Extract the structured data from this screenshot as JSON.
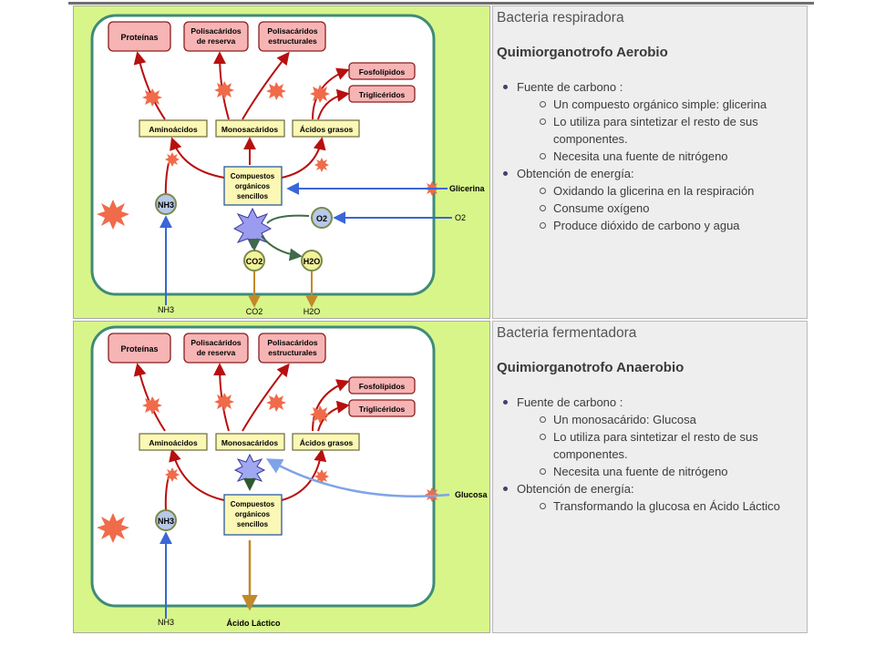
{
  "panels": [
    {
      "heading": "Bacteria respiradora",
      "subheading": "Quimiorganotrofo Aerobio",
      "sections": [
        {
          "label": "Fuente de carbono :",
          "items": [
            "Un compuesto orgánico simple: glicerina",
            "Lo utiliza para sintetizar el resto de sus componentes.",
            "Necesita una fuente de nitrógeno"
          ]
        },
        {
          "label": "Obtención de energía:",
          "items": [
            "Oxidando la glicerina en la respiración",
            "Consume oxígeno",
            "Produce dióxido de carbono y agua"
          ]
        }
      ],
      "diagram": {
        "products": {
          "proteinas": "Proteínas",
          "poli_reserva": [
            "Polisacáridos",
            "de reserva"
          ],
          "poli_estructurales": [
            "Polisacáridos",
            "estructurales"
          ],
          "fosfolipidos": "Fosfolípidos",
          "trigliceridos": "Triglicéridos"
        },
        "monomers": {
          "aminoacidos": "Aminoácidos",
          "monosacaridos": "Monosacáridos",
          "acidos_grasos": "Ácidos grasos"
        },
        "compuestos": [
          "Compuestos",
          "orgánicos",
          "sencillos"
        ],
        "nh3": "NH3",
        "o2": "O2",
        "co2": "CO2",
        "h2o": "H2O",
        "inputs": {
          "glicerina": "Glicerina",
          "o2": "O2",
          "nh3": "NH3"
        },
        "outputs": {
          "co2": "CO2",
          "h2o": "H2O"
        }
      }
    },
    {
      "heading": "Bacteria fermentadora",
      "subheading": "Quimiorganotrofo Anaerobio",
      "sections": [
        {
          "label": "Fuente de carbono :",
          "items": [
            "Un monosacárido: Glucosa",
            "Lo utiliza para sintetizar el resto de sus componentes.",
            "Necesita una fuente de nitrógeno"
          ]
        },
        {
          "label": "Obtención de energía:",
          "items": [
            "Transformando la glucosa en Ácido Láctico"
          ]
        }
      ],
      "diagram": {
        "products": {
          "proteinas": "Proteínas",
          "poli_reserva": [
            "Polisacáridos",
            "de reserva"
          ],
          "poli_estructurales": [
            "Polisacáridos",
            "estructurales"
          ],
          "fosfolipidos": "Fosfolípidos",
          "trigliceridos": "Triglicéridos"
        },
        "monomers": {
          "aminoacidos": "Aminoácidos",
          "monosacaridos": "Monosacáridos",
          "acidos_grasos": "Ácidos grasos"
        },
        "compuestos": [
          "Compuestos",
          "orgánicos",
          "sencillos"
        ],
        "nh3": "NH3",
        "inputs": {
          "glucosa": "Glucosa",
          "nh3": "NH3"
        },
        "outputs": {
          "acido_lactico": "Ácido Láctico"
        }
      }
    }
  ],
  "colors": {
    "cell_fill": "#d8f58a",
    "cell_inner": "#ffffff",
    "membrane": "#3f8b78",
    "product_box": "#f7b4b4",
    "monomer_box": "#fbf7b4",
    "synthesis_arrow": "#b80f0f",
    "input_arrow": "#3a66d6",
    "glucosa_arrow": "#7fa3e8",
    "output_arrow": "#c1892a",
    "burst": "#f06b4a"
  }
}
